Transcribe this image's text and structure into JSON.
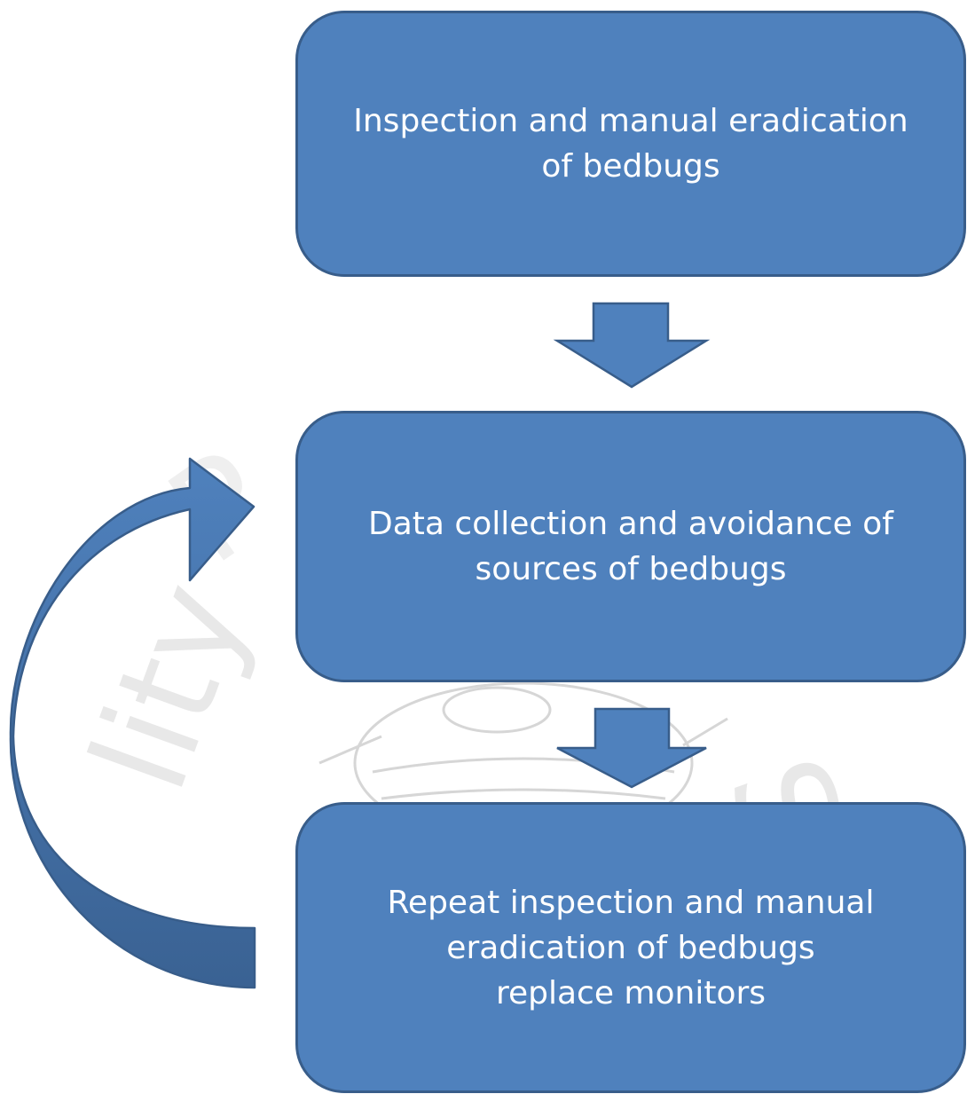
{
  "diagram": {
    "type": "flowchart",
    "steps": [
      {
        "id": "step-1",
        "label": "Inspection and manual eradication\nof bedbugs"
      },
      {
        "id": "step-2",
        "label": "Data collection and avoidance of\nsources of bedbugs"
      },
      {
        "id": "step-3",
        "label": "Repeat inspection and manual\neradication of bedbugs\nreplace monitors"
      }
    ],
    "connections": [
      {
        "from": "step-1",
        "to": "step-2",
        "kind": "down-arrow"
      },
      {
        "from": "step-2",
        "to": "step-3",
        "kind": "down-arrow"
      },
      {
        "from": "step-3",
        "to": "step-2",
        "kind": "curved-loop-arrow"
      }
    ]
  },
  "colors": {
    "box_fill": "#4f81bd",
    "box_border": "#385d8a",
    "box_text": "#ffffff",
    "arrow_fill": "#4f81bd",
    "arrow_shadow": "#3a6293",
    "background": "#ffffff"
  }
}
